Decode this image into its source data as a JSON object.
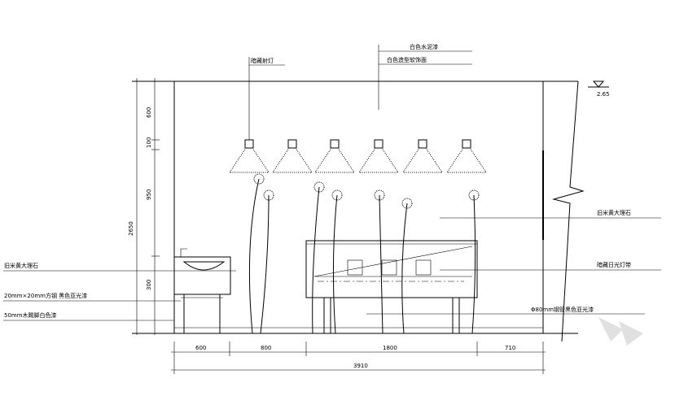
{
  "labels": {
    "top_1": "白色水泥漆",
    "top_2": "白色造型软饰面",
    "top_3": "暗藏射灯",
    "left_1": "旧米黄大理石",
    "left_2": "20mm×20mm方钢 黑色亚光漆",
    "left_3": "50mm木踢脚白色漆",
    "right_1": "旧米黄大理石",
    "right_2": "暗藏日光灯带",
    "right_3": "Φ80mm钢管黑色亚光漆"
  },
  "elevation": {
    "mark": "2.65"
  },
  "dims_vertical": [
    "600",
    "100",
    "950",
    "2650",
    "300"
  ],
  "dims_horizontal": [
    "600",
    "800",
    "1800",
    "710"
  ],
  "dims_total": "3910"
}
